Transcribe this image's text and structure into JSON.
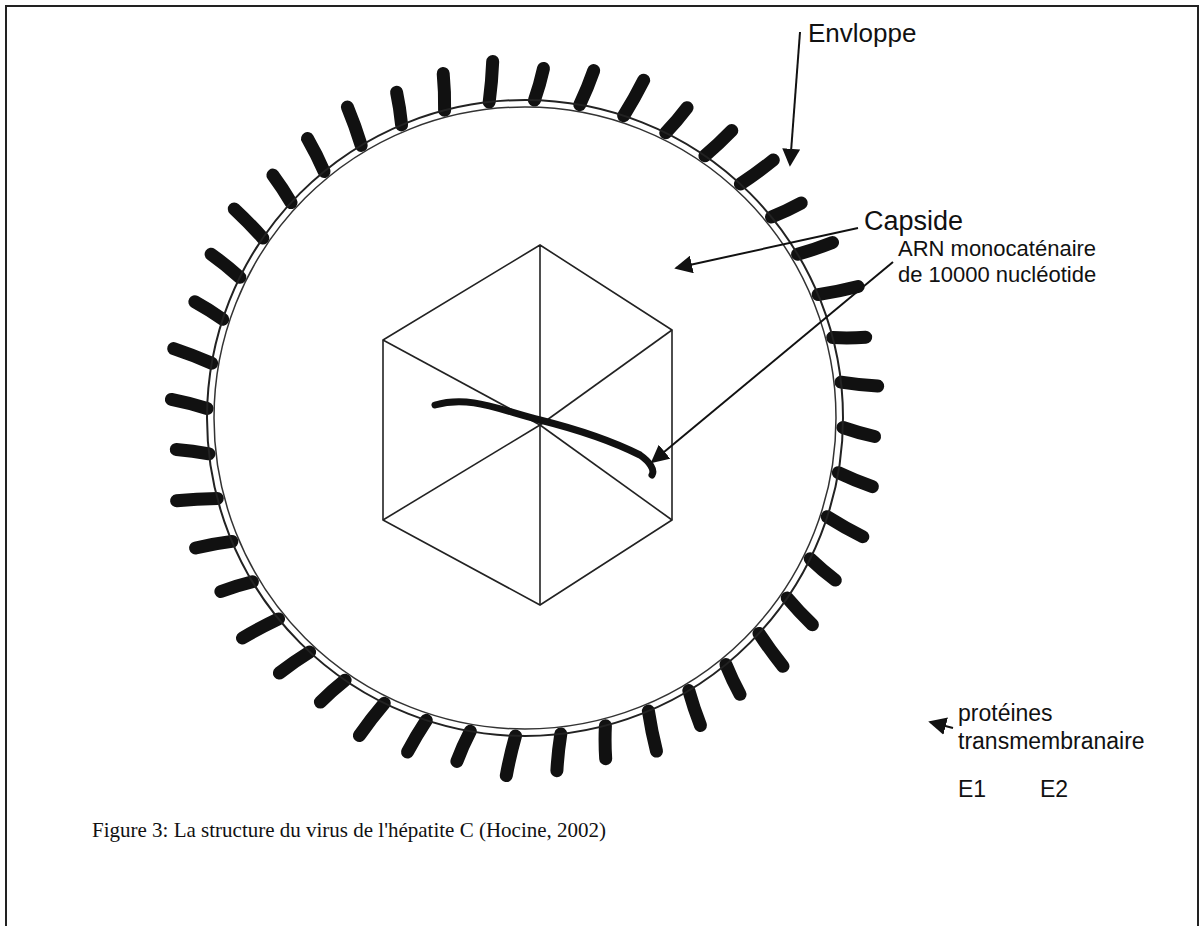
{
  "diagram": {
    "caption": "Figure 3: La structure du virus de l'hépatite C (Hocine, 2002)",
    "labels": [
      "Envloppe",
      "Capside",
      "ARN monocaténaire de 10000 nucléotide",
      "protéines transmembranaire",
      "E1",
      "E2"
    ]
  }
}
